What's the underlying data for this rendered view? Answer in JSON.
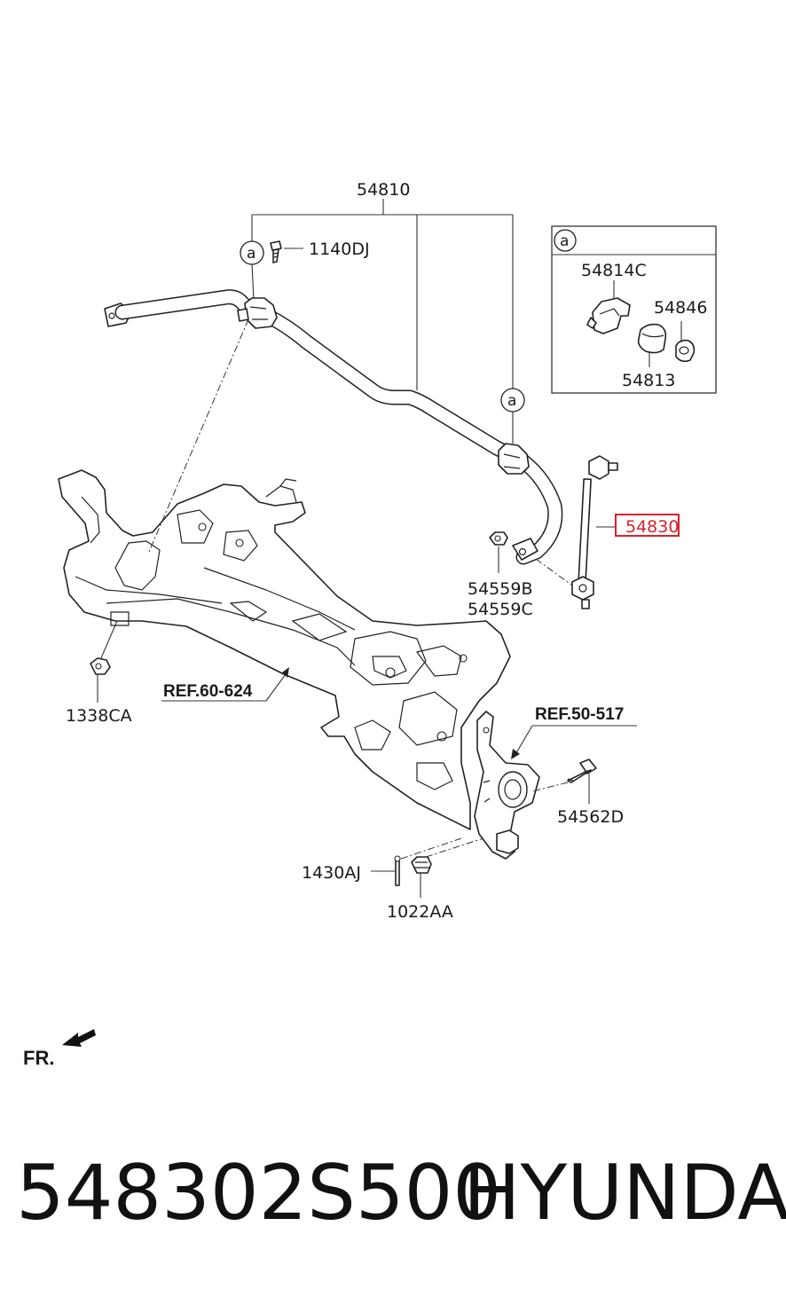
{
  "labels": {
    "stabilizer_bar": "54810",
    "bolt_top": "1140DJ",
    "bushing_bracket": "54814C",
    "bushing_ring": "54846",
    "bushing": "54813",
    "link": "54830",
    "nut_link_b": "54559B",
    "nut_link_c": "54559C",
    "crossmember_nut": "1338CA",
    "ref_subframe": "REF.60-624",
    "ref_knuckle": "REF.50-517",
    "knuckle_bolt": "54562D",
    "split_pin": "1430AJ",
    "castle_nut": "1022AA",
    "callout_letter": "a",
    "front": "FR."
  },
  "highlight_color": "#d9232d",
  "footer": {
    "part_number": "548302S500",
    "brand": "HYUNDAI"
  }
}
